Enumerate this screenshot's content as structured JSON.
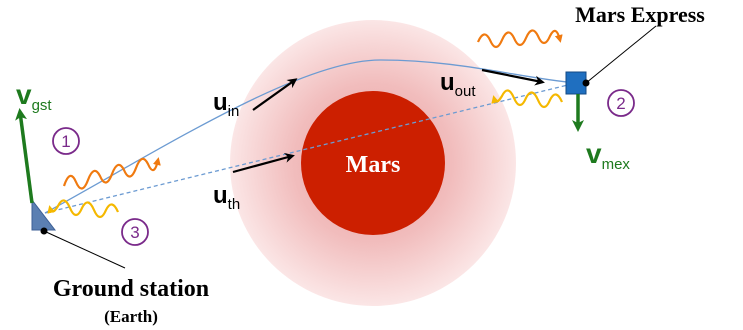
{
  "labels": {
    "mars": "Mars",
    "spacecraft": "Mars Express",
    "ground_station": "Ground station",
    "earth": "(Earth)"
  },
  "vectors": {
    "v_gst": {
      "main": "v",
      "sub": "gst"
    },
    "v_mex": {
      "main": "v",
      "sub": "mex"
    },
    "u_in": {
      "main": "u",
      "sub": "in"
    },
    "u_out": {
      "main": "u",
      "sub": "out"
    },
    "u_th": {
      "main": "u",
      "sub": "th"
    }
  },
  "steps": [
    "1",
    "2",
    "3"
  ],
  "colors": {
    "mars": "#cc1f00",
    "mars_halo": "#f2b3b3",
    "velocity": "#1e7a1e",
    "wave_orange": "#f07a10",
    "wave_yellow": "#f5b800",
    "signal_path": "#6c9bd2",
    "step_circle": "#7a2a8a",
    "ground_station": "#5b7fb2",
    "spacecraft": "#1f6fc0"
  }
}
